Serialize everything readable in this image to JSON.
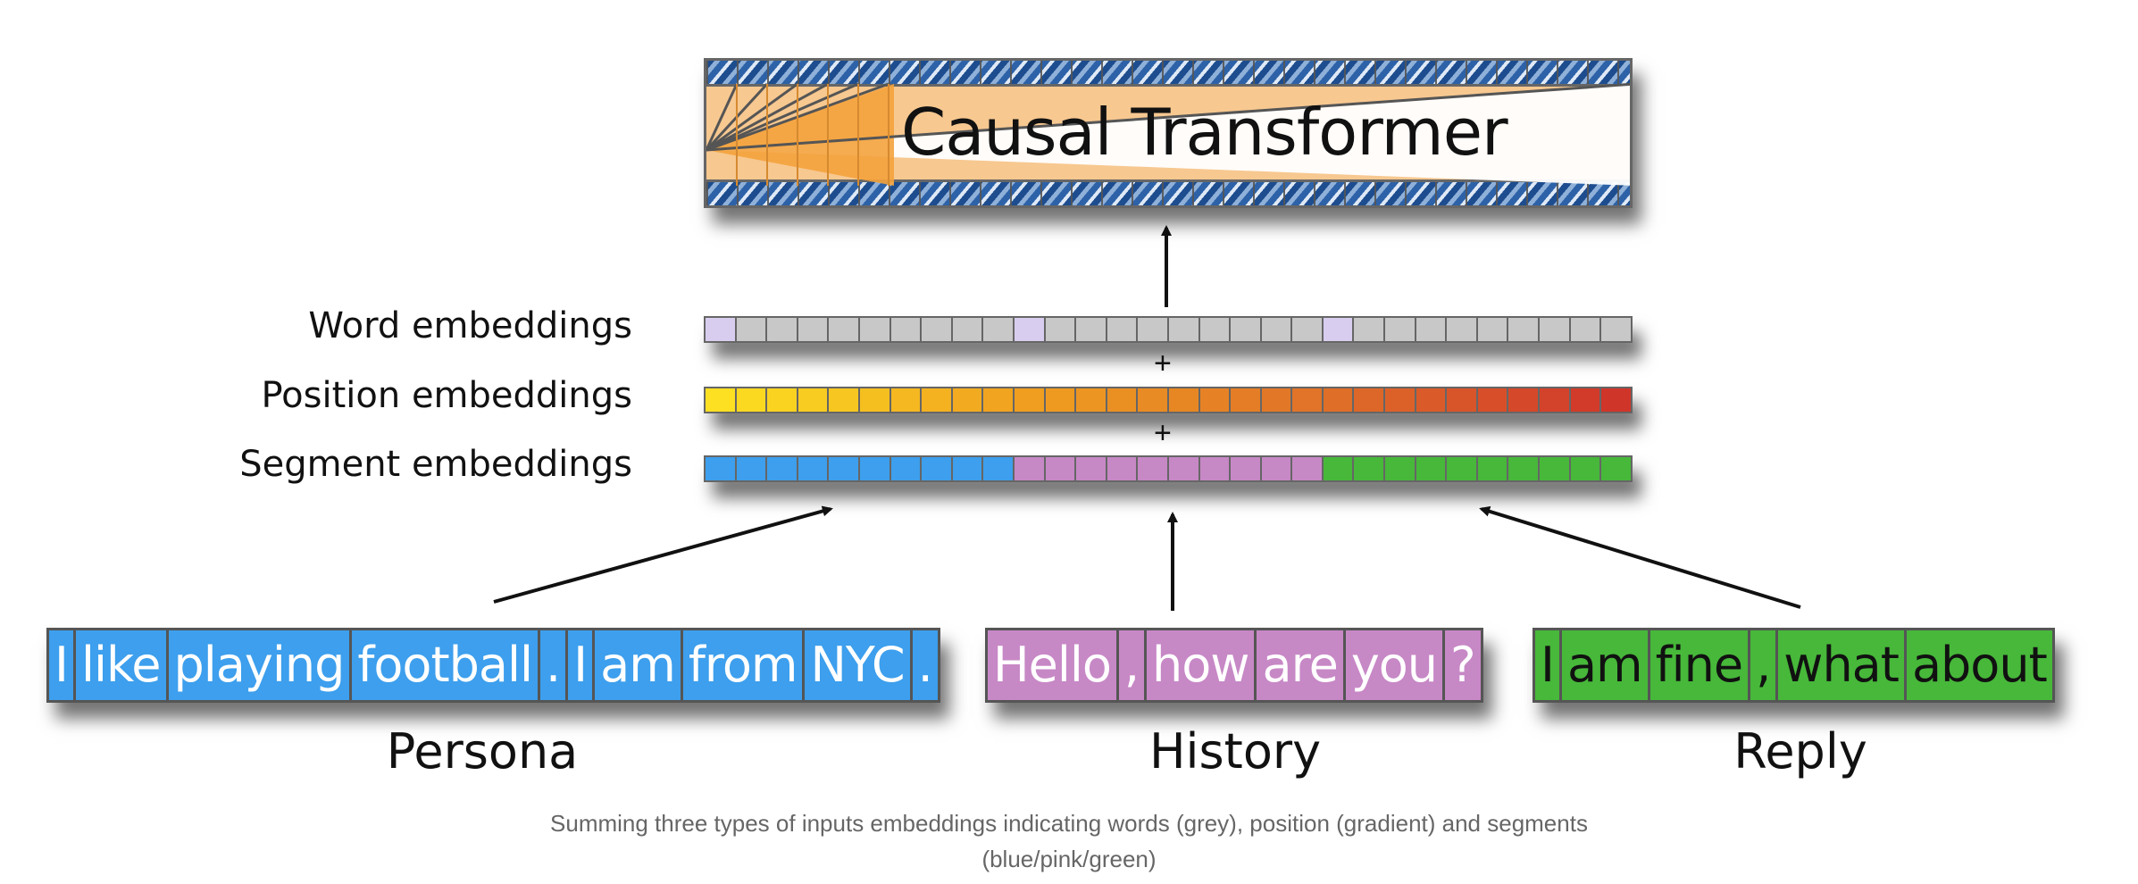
{
  "diagram": {
    "title": "Causal Transformer",
    "rows": [
      {
        "label": "Word embeddings",
        "kind": "word"
      },
      {
        "label": "Position embeddings",
        "kind": "position"
      },
      {
        "label": "Segment embeddings",
        "kind": "segment"
      }
    ],
    "plus_sign": "+",
    "cells_per_row": 30,
    "segments": [
      {
        "name": "Persona",
        "color": "#3d9fed",
        "cells": 10,
        "tokens": [
          "I",
          "like",
          "playing",
          "football",
          ".",
          "I",
          "am",
          "from",
          "NYC",
          "."
        ]
      },
      {
        "name": "History",
        "color": "#c788c6",
        "cells": 10,
        "tokens": [
          "Hello",
          ",",
          "how",
          "are",
          "you",
          "?"
        ]
      },
      {
        "name": "Reply",
        "color": "#47b83a",
        "cells": 10,
        "tokens": [
          "I",
          "am",
          "fine",
          ",",
          "what",
          "about"
        ]
      }
    ],
    "word_colors": {
      "default": "#c8c8c8",
      "separator": "#d9cdef"
    },
    "position_gradient": [
      "#fde021",
      "#f0a020",
      "#e07228",
      "#d0352a"
    ],
    "caption_line1": "Summing three types of inputs embeddings indicating words (grey), position (gradient) and segments",
    "caption_line2": "(blue/pink/green)"
  }
}
